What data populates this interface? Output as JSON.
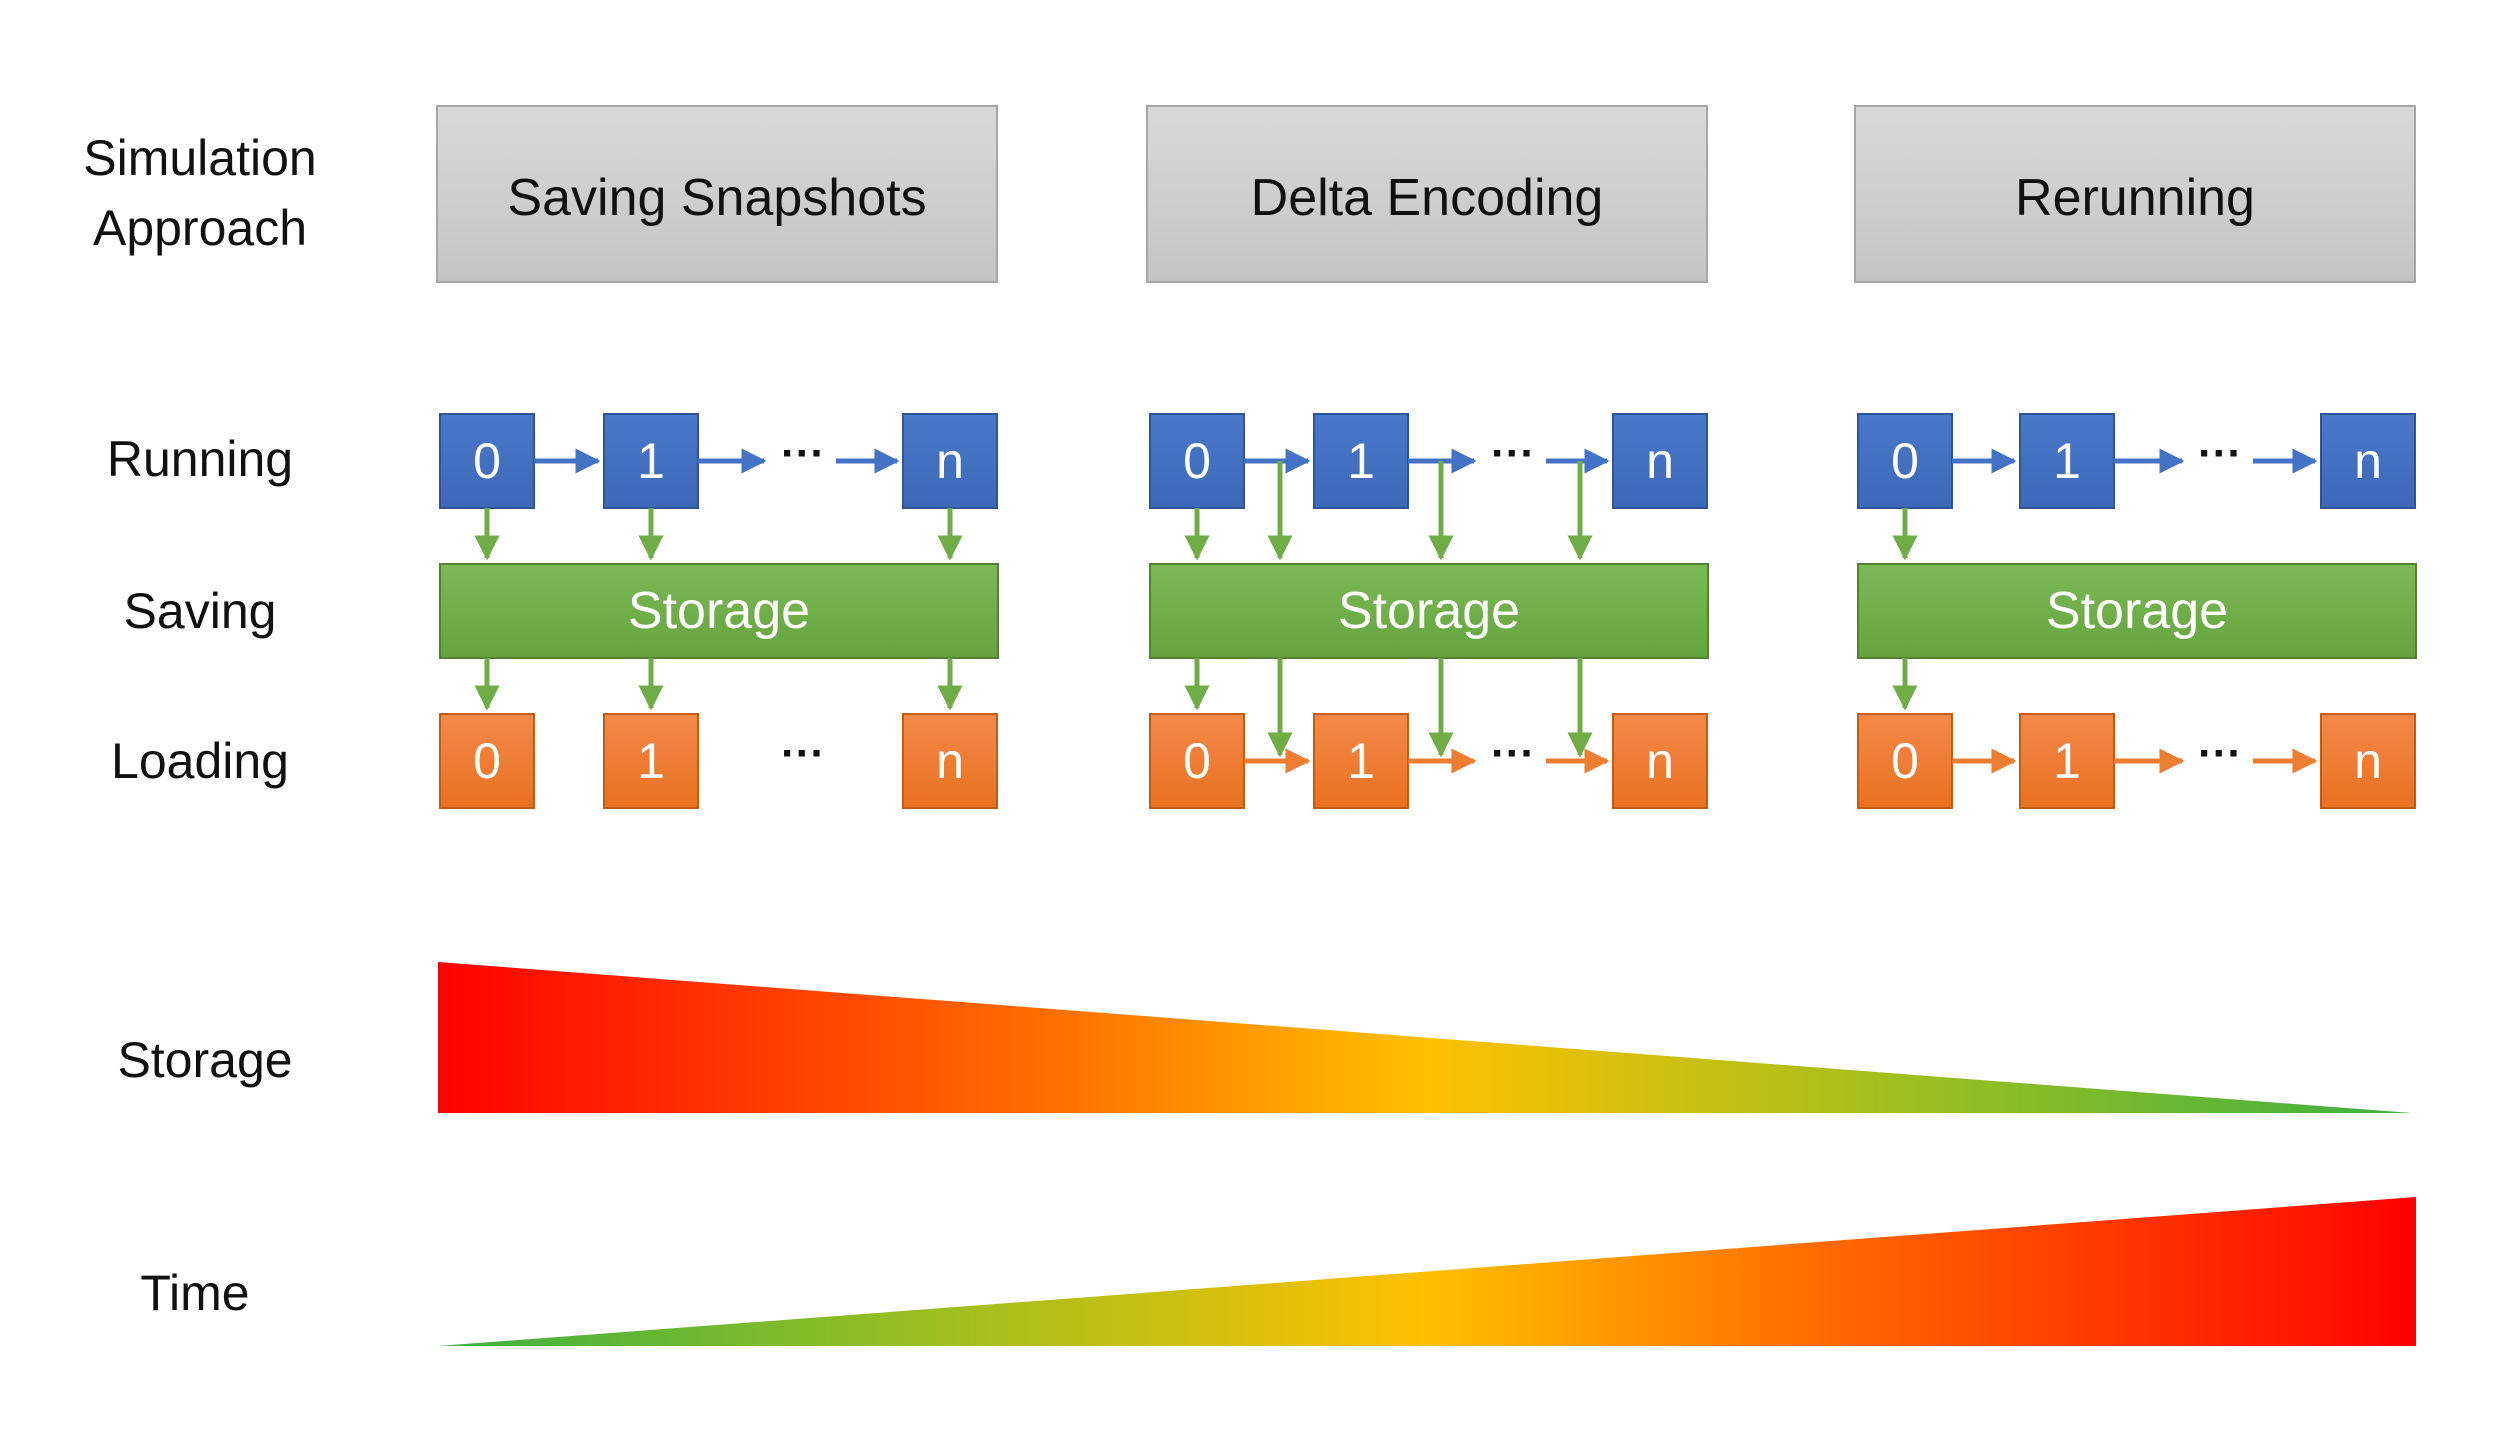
{
  "row_labels": {
    "approach_line1": "Simulation",
    "approach_line2": "Approach",
    "running": "Running",
    "saving": "Saving",
    "loading": "Loading",
    "storage": "Storage",
    "time": "Time"
  },
  "approaches": [
    {
      "title": "Saving Snapshots",
      "storage_label": "Storage",
      "running_nodes": [
        "0",
        "1",
        "n"
      ],
      "loading_nodes": [
        "0",
        "1",
        "n"
      ],
      "ellipsis": "···"
    },
    {
      "title": "Delta Encoding",
      "storage_label": "Storage",
      "running_nodes": [
        "0",
        "1",
        "n"
      ],
      "loading_nodes": [
        "0",
        "1",
        "n"
      ],
      "ellipsis": "···"
    },
    {
      "title": "Rerunning",
      "storage_label": "Storage",
      "running_nodes": [
        "0",
        "1",
        "n"
      ],
      "loading_nodes": [
        "0",
        "1",
        "n"
      ],
      "ellipsis": "···"
    }
  ],
  "colors": {
    "header_fill": "#d0d0d0",
    "running_fill": "#4472c4",
    "storage_fill": "#70ad47",
    "loading_fill": "#ed7d31",
    "running_arrow": "#4472c4",
    "saving_arrow": "#70ad47",
    "loading_arrow": "#ed7d31",
    "gradient_high": "#ff0000",
    "gradient_mid": "#ffc000",
    "gradient_low": "#3cb043"
  }
}
